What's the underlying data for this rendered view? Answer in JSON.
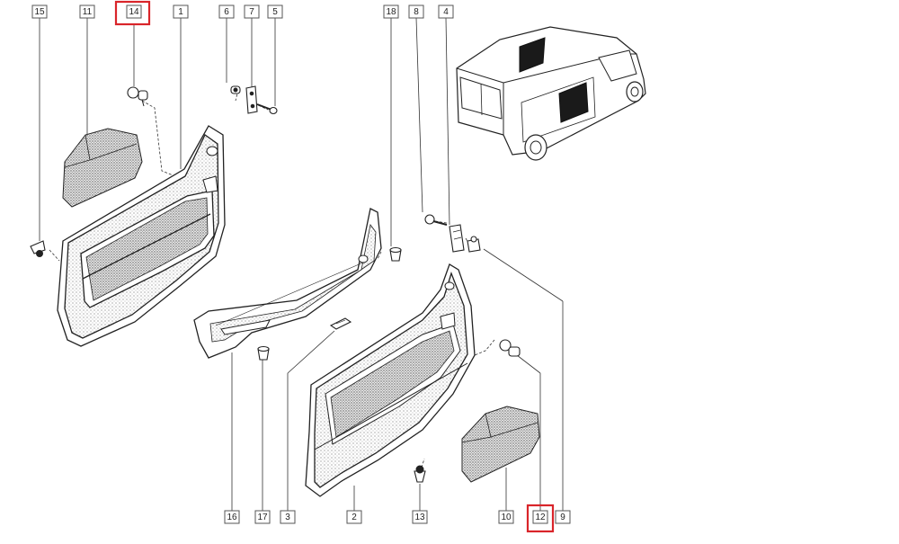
{
  "labels": {
    "l15": "15",
    "l11": "11",
    "l14": "14",
    "l1": "1",
    "l6": "6",
    "l7": "7",
    "l5": "5",
    "l18": "18",
    "l8": "8",
    "l4": "4",
    "l16": "16",
    "l17": "17",
    "l3": "3",
    "l2": "2",
    "l13": "13",
    "l10": "10",
    "l12": "12",
    "l9": "9"
  },
  "highlighted": [
    "14",
    "12"
  ],
  "colors": {
    "highlight": "#d9252a",
    "line": "#222222",
    "stipple": "#8a8a8a",
    "glass": "#1a1a1a"
  }
}
